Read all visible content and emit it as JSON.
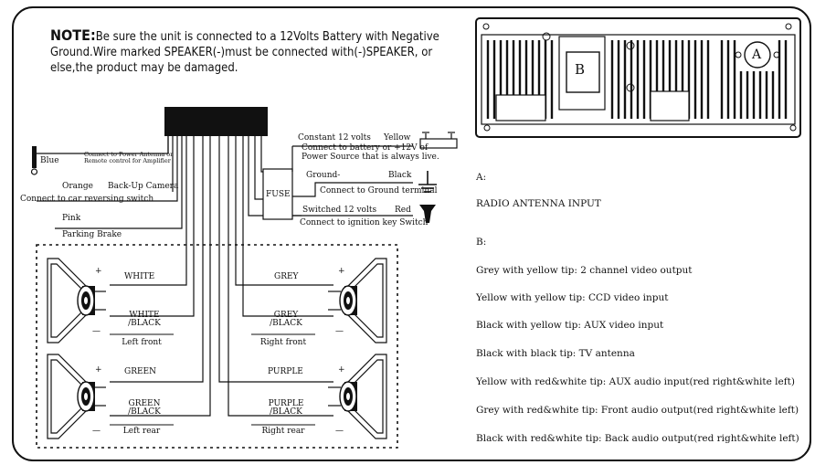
{
  "note": {
    "label": "NOTE:",
    "text": "Be sure the unit is connected to a 12Volts Battery with Negative Ground.Wire marked SPEAKER(-)must be connected with(-)SPEAKER, or else,the product may be damaged."
  },
  "left_wires": {
    "blue": "Blue",
    "blue_desc_1": "Connect to Power Antenna or",
    "blue_desc_2": "Remote control for Amplifier",
    "orange": "Orange",
    "orange_desc": "Back-Up Camera",
    "reversing": "Connect to car reversing switch",
    "pink": "Pink",
    "parking": "Parking  Brake"
  },
  "power_wires": {
    "constant": "Constant  12  volts",
    "yellow": "Yellow",
    "battery_1": "Connect to battery or  +12V of",
    "battery_2": "Power Source that is always live.",
    "ground": "Ground-",
    "black": "Black",
    "ground_desc": "Connect to Ground terminal",
    "switched": "Switched  12  volts",
    "red": "Red",
    "ignition": "Connect to ignition key Switch",
    "fuse": "FUSE"
  },
  "speakers": {
    "lf_pos": "WHITE",
    "lf_neg_1": "WHITE",
    "lf_neg_2": "/BLACK",
    "lf_name": "Left front",
    "lr_pos": "GREEN",
    "lr_neg_1": "GREEN",
    "lr_neg_2": "/BLACK",
    "lr_name": "Left rear",
    "rf_pos": "GREY",
    "rf_neg_1": "GREY",
    "rf_neg_2": "/BLACK",
    "rf_name": "Right front",
    "rr_pos": "PURPLE",
    "rr_neg_1": "PURPLE",
    "rr_neg_2": "/BLACK",
    "rr_name": "Right rear",
    "plus": "+",
    "minus": "—"
  },
  "unit": {
    "label_a": "A",
    "label_b": "B"
  },
  "legend": {
    "a_heading": "A:",
    "a_text": "RADIO ANTENNA INPUT",
    "b_heading": "B:",
    "items": [
      "Grey with yellow tip:  2 channel video output",
      "Yellow with yellow tip:  CCD video input",
      "Black with yellow tip:   AUX video input",
      "Black with black tip:  TV antenna",
      "Yellow with red&white tip:  AUX audio input(red right&white left)",
      "Grey with red&white tip:  Front audio output(red right&white left)",
      "Black with red&white tip: Back audio output(red right&white left)"
    ]
  }
}
